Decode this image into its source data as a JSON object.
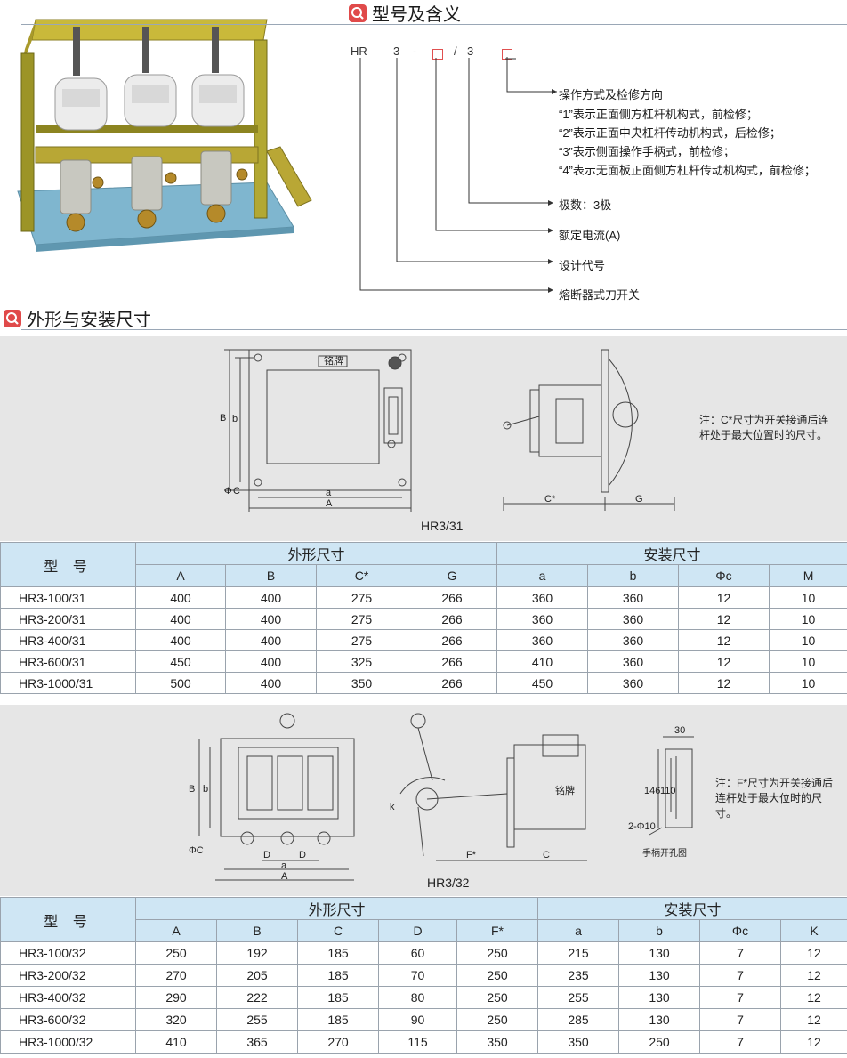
{
  "sections": {
    "model_title": "型号及含义",
    "dims_title": "外形与安装尺寸"
  },
  "code": {
    "p1": "HR",
    "p2": "3",
    "sep1": "-",
    "sep2": "/",
    "p3": "3"
  },
  "meaning": {
    "op_title": "操作方式及检修方向",
    "op1": "“1”表示正面侧方杠杆机构式，前检修；",
    "op2": "“2”表示正面中央杠杆传动机构式，后检修；",
    "op3": "“3”表示侧面操作手柄式，前检修；",
    "op4": "“4”表示无面板正面侧方杠杆传动机构式，前检修；",
    "poles": "极数：3极",
    "current": "额定电流(A)",
    "design": "设计代号",
    "type": "熔断器式刀开关"
  },
  "diagram1": {
    "caption": "HR3/31",
    "note": "注：C*尺寸为开关接通后连杆处于最大位置时的尺寸。",
    "nameplate": "铭牌",
    "labels": {
      "A": "A",
      "a": "a",
      "B": "B",
      "b": "b",
      "C": "C",
      "phi": "Φ",
      "Cstar": "C*",
      "G": "G"
    }
  },
  "table1": {
    "head_model": "型 号",
    "group_outer": "外形尺寸",
    "group_install": "安装尺寸",
    "cols": [
      "A",
      "B",
      "C*",
      "G",
      "a",
      "b",
      "Φc",
      "M"
    ],
    "rows": [
      [
        "HR3-100/31",
        "400",
        "400",
        "275",
        "266",
        "360",
        "360",
        "12",
        "10"
      ],
      [
        "HR3-200/31",
        "400",
        "400",
        "275",
        "266",
        "360",
        "360",
        "12",
        "10"
      ],
      [
        "HR3-400/31",
        "400",
        "400",
        "275",
        "266",
        "360",
        "360",
        "12",
        "10"
      ],
      [
        "HR3-600/31",
        "450",
        "400",
        "325",
        "266",
        "410",
        "360",
        "12",
        "10"
      ],
      [
        "HR3-1000/31",
        "500",
        "400",
        "350",
        "266",
        "450",
        "360",
        "12",
        "10"
      ]
    ]
  },
  "diagram2": {
    "caption": "HR3/32",
    "note": "注：F*尺寸为开关接通后连杆处于最大位时的尺寸。",
    "nameplate": "铭牌",
    "hole_caption": "手柄开孔图",
    "labels": {
      "A": "A",
      "a": "a",
      "B": "B",
      "b": "b",
      "C": "C",
      "phiC": "ΦC",
      "D": "D",
      "k": "k",
      "Fstar": "F*",
      "d30": "30",
      "d146": "146",
      "d110": "110",
      "holes": "2-Φ10"
    }
  },
  "table2": {
    "head_model": "型 号",
    "group_outer": "外形尺寸",
    "group_install": "安装尺寸",
    "cols": [
      "A",
      "B",
      "C",
      "D",
      "F*",
      "a",
      "b",
      "Φc",
      "K"
    ],
    "rows": [
      [
        "HR3-100/32",
        "250",
        "192",
        "185",
        "60",
        "250",
        "215",
        "130",
        "7",
        "12"
      ],
      [
        "HR3-200/32",
        "270",
        "205",
        "185",
        "70",
        "250",
        "235",
        "130",
        "7",
        "12"
      ],
      [
        "HR3-400/32",
        "290",
        "222",
        "185",
        "80",
        "250",
        "255",
        "130",
        "7",
        "12"
      ],
      [
        "HR3-600/32",
        "320",
        "255",
        "185",
        "90",
        "250",
        "285",
        "130",
        "7",
        "12"
      ],
      [
        "HR3-1000/32",
        "410",
        "365",
        "270",
        "115",
        "350",
        "350",
        "250",
        "7",
        "12"
      ]
    ]
  },
  "colors": {
    "accent": "#e04a4a",
    "table_header": "#cfe6f4",
    "panel": "#e6e6e6"
  }
}
